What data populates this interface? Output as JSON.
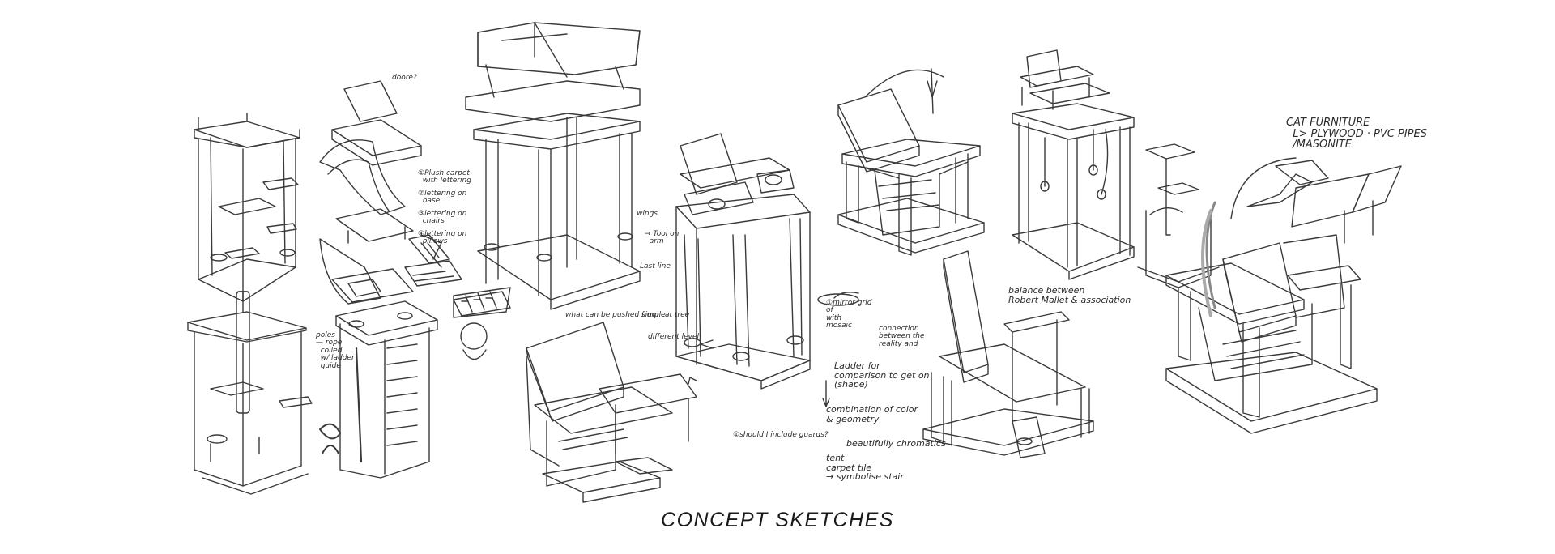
{
  "caption": "CONCEPT SKETCHES",
  "colors": {
    "background": "#ffffff",
    "pencil": "#3a3a3a",
    "caption": "#1a1a1a"
  },
  "notes": {
    "doorect": "doore?",
    "plush_carpet": "①Plush carpet\n  with lettering",
    "lettering_base": "②lettering on\n  base",
    "lettering_chairs": "③lettering on\n  chairs",
    "lettering_pillows": "④lettering on\n  pillows",
    "poles": "poles\n— rope\n  coiled\n  w/ ladder\n  guide",
    "wings": "wings",
    "tool_arm": "→ Tool on\n  arm",
    "last_line": "Last line",
    "pushed": "what can be pushed from cat tree",
    "simple": "simple",
    "different_level": "different level",
    "should_inside": "①should I include guards?",
    "mirror_grid": "①mirror grid\nof\nwith\nmosaic",
    "connection": "connection\nbetween the\nreality and",
    "ladder": "Ladder for\ncomparison to get on\n(shape)",
    "combination": "combination of color\n& geometry",
    "beautifully": "beautifully chromatics",
    "tent": "tent\ncarpet tile\n→ symbolise stair",
    "balance": "balance between\nRobert Mallet & association",
    "cat_furniture": "CAT FURNITURE\n  L> PLYWOOD · PVC PIPES\n  /MASONITE"
  }
}
